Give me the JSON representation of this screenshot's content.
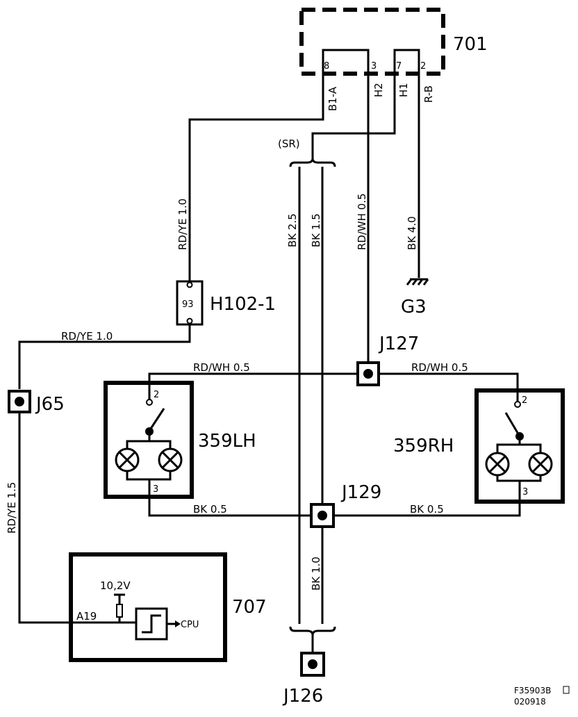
{
  "components": {
    "c701": "701",
    "h102": "H102-1",
    "h102_pin": "93",
    "j65": "J65",
    "j127": "J127",
    "j129": "J129",
    "j126": "J126",
    "g3": "G3",
    "lamp_lh": "359LH",
    "lamp_rh": "359RH",
    "module": "707",
    "sr": "(SR)"
  },
  "pins_701": [
    "8",
    "3",
    "7",
    "2"
  ],
  "signals_701": [
    "B1-A",
    "H2",
    "H1",
    "R-B"
  ],
  "wires": {
    "rdye_10": "RD/YE  1.0",
    "rdye_10_h": "RD/YE   1.0",
    "rdye_15": "RD/YE  1.5",
    "rdwh_05_v": "RD/WH  0.5",
    "rdwh_05_l": "RD/WH  0.5",
    "rdwh_05_r": "RD/WH  0.5",
    "bk_25": "BK  2.5",
    "bk_15": "BK  1.5",
    "bk_40": "BK  4.0",
    "bk_05_l": "BK   0.5",
    "bk_05_r": "BK   0.5",
    "bk_10": "BK  1.0"
  },
  "lamp_pins": {
    "lh_top": "2",
    "lh_bot": "3",
    "rh_top": "2",
    "rh_bot": "3"
  },
  "module_707": {
    "pin": "A19",
    "voltage": "10,2V",
    "output": "CPU"
  },
  "footer": {
    "code": "F35903B",
    "date": "020918"
  }
}
